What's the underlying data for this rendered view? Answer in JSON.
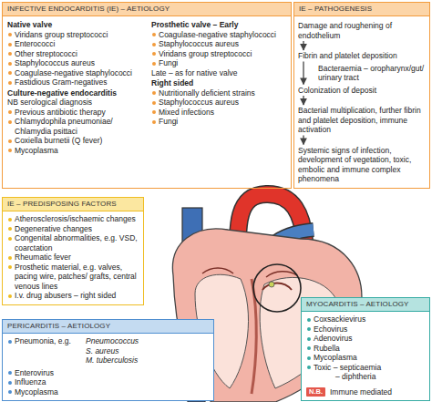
{
  "diagram": {
    "nodes": [
      {
        "text": [
          "INFECTIVE ENDOCARDITIS (IE) – AETIOLOGY",
          "Native valve",
          "Viridans group streptococci",
          "Enterococci",
          "Other streptococci",
          "Staphylococcus aureus",
          "Coagulase-negative staphylococci",
          "Fastidious Gram-negatives",
          "Culture-negative endocarditis",
          "NB serological diagnosis",
          "Previous antibiotic therapy",
          "Chlamydophila pneumoniae/ Chlamydia psittaci",
          "Coxiella burnetii (Q fever)",
          "Mycoplasma",
          "Prosthetic valve – Early",
          "Coagulase-negative staphylococci",
          "Staphylococcus aureus",
          "Viridans group streptococci",
          "Fungi",
          "Late – as for native valve",
          "Right sided",
          "Nutritionally deficient strains",
          "Staphylococcus aureus",
          "Mixed infections",
          "Fungi"
        ]
      },
      {
        "text": [
          "IE – PATHOGENESIS"
        ]
      },
      {
        "text": [
          "Damage and roughening of endothelium"
        ],
        "in": 1
      },
      {
        "text": [
          "Fibrin and platelet deposition"
        ],
        "in": 1
      },
      {
        "text": [
          "Bacteraemia – oropharynx/gut/ urinary tract"
        ],
        "in": 1
      },
      {
        "text": [
          "Colonization of deposit"
        ],
        "in": 1
      },
      {
        "text": [
          "Bacterial multiplication, further fibrin and platelet deposition, immune activation"
        ],
        "in": 1
      },
      {
        "text": [
          "Systemic signs of infection, development of vegetation, toxic, embolic and immune complex phenomena"
        ],
        "in": 1
      },
      {
        "text": [
          "IE – PREDISPOSING FACTORS",
          "Atherosclerosis/ischaemic changes",
          "Degenerative changes",
          "Congenital abnormalities, e.g. VSD, coarctation",
          "Rheumatic fever",
          "Prosthetic material, e.g. valves, pacing wire, patches/ grafts, central venous lines",
          "I.v. drug abusers – right sided"
        ]
      },
      {
        "text": [
          "MYOCARDITIS – AETIOLOGY",
          "Coxsackievirus",
          "Echovirus",
          "Adenovirus",
          "Rubella",
          "Mycoplasma",
          "Toxic – septicaemia",
          "– diphtheria",
          "Immune mediated"
        ]
      },
      {
        "text": [
          "N.B."
        ],
        "in": 9
      },
      {
        "text": [
          "PERICARDITIS – AETIOLOGY",
          "Pneumonia, e.g.",
          "Pneumococcus",
          "S. aureus",
          "M. tuberculosis",
          "Enterovirus",
          "Influenza",
          "Mycoplasma"
        ]
      }
    ],
    "edges": [
      {
        "from": 2,
        "to": 3,
        "arrow": "to"
      },
      {
        "from": 3,
        "to": 5,
        "arrow": "to"
      },
      {
        "from": 5,
        "to": 6,
        "arrow": "to"
      },
      {
        "from": 6,
        "to": 7,
        "arrow": "to"
      }
    ]
  }
}
